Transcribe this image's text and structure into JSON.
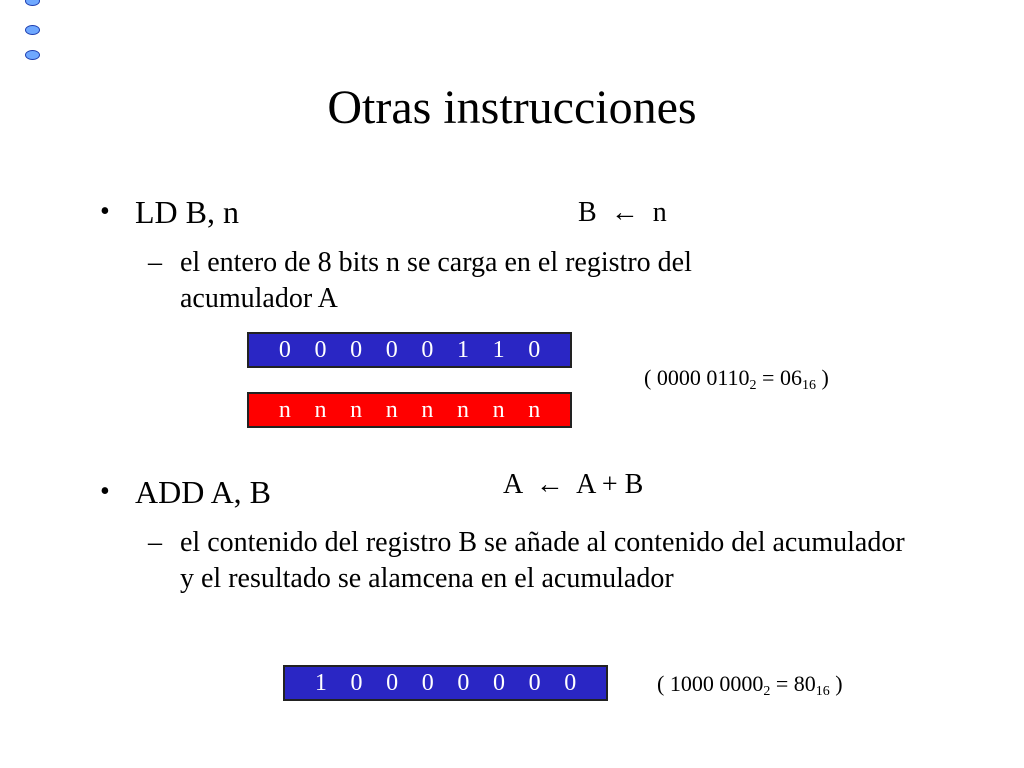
{
  "slide": {
    "title": "Otras instrucciones",
    "items": [
      {
        "bullet": "LD B, n",
        "formula": {
          "left": "B",
          "arrow": "←",
          "right": "n"
        },
        "sub": "el entero de 8 bits n se carga en el registro del acumulador A",
        "registers": [
          {
            "color": "blue",
            "bits": [
              "0",
              "0",
              "0",
              "0",
              "0",
              "1",
              "1",
              "0"
            ]
          },
          {
            "color": "red",
            "bits": [
              "n",
              "n",
              "n",
              "n",
              "n",
              "n",
              "n",
              "n"
            ]
          }
        ],
        "note": {
          "open": "( ",
          "binary": "0000 0110",
          "base1": "2",
          "eq": " = ",
          "hex": "06",
          "base2": "16",
          "close": " )"
        }
      },
      {
        "bullet": "ADD A, B",
        "formula": {
          "left": "A",
          "arrow": "←",
          "right": "A + B"
        },
        "sub": "el contenido del registro B se añade al contenido del acumulador y el resultado se alamcena en el acumulador",
        "registers": [
          {
            "color": "blue",
            "bits": [
              "1",
              "0",
              "0",
              "0",
              "0",
              "0",
              "0",
              "0"
            ]
          }
        ],
        "note": {
          "open": "( ",
          "binary": "1000 0000",
          "base1": "2",
          "eq": " = ",
          "hex": "80",
          "base2": "16",
          "close": " )"
        }
      }
    ]
  },
  "colors": {
    "register_blue": "#2a26c4",
    "register_red": "#ff0000",
    "deco_fill": "#6fa8ff",
    "deco_border": "#1f3fb0"
  },
  "decoration": {
    "icon": "circle-icon"
  }
}
